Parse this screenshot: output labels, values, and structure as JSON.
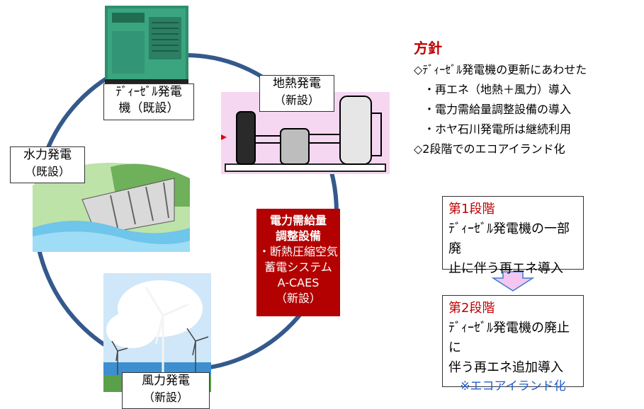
{
  "policy": {
    "title": "方針",
    "lines": [
      "◇ﾃﾞｨｰｾﾞﾙ発電機の更新にあわせた",
      "・再エネ（地熱＋風力）導入",
      "・電力需給量調整設備の導入",
      "・ホヤ石川発電所は継続利用",
      "◇2段階でのエコアイランド化"
    ]
  },
  "nodes": {
    "diesel": {
      "line1": "ﾃﾞｨｰｾﾞﾙ発電",
      "line2": "機（既設）"
    },
    "geothermal": {
      "line1": "地熱発電",
      "line2": "（新設）"
    },
    "hydro": {
      "line1": "水力発電",
      "line2": "（既設）"
    },
    "wind": {
      "line1": "風力発電",
      "line2": "（新設）"
    },
    "storage": {
      "title1": "電力需給量",
      "title2": "調整設備",
      "line1": "・断熱圧縮空気",
      "line2": "蓄電システム",
      "line3": "A-CAES",
      "line4": "（新設）"
    }
  },
  "stages": [
    {
      "title": "第1段階",
      "line1": "ﾃﾞｨｰｾﾞﾙ発電機の一部廃",
      "line2": "止に伴う再エネ導入"
    },
    {
      "title": "第2段階",
      "line1": "ﾃﾞｨｰｾﾞﾙ発電機の廃止に",
      "line2": "伴う再エネ追加導入",
      "note": "※エコアイランド化"
    }
  ],
  "colors": {
    "ring": "#34598c",
    "accent": "#c00000",
    "note": "#1f5fd0",
    "storage_fill": "#b30000",
    "arrow_fill": "#f4c6f0",
    "arrow_stroke": "#3a7bd5"
  }
}
